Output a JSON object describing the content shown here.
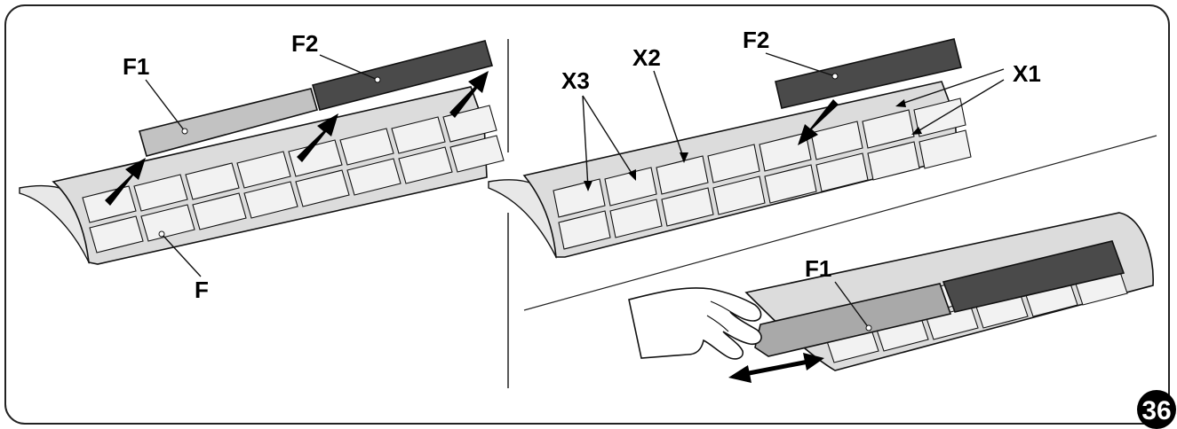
{
  "labels": {
    "left_f1": "F1",
    "left_f2": "F2",
    "left_f": "F",
    "right_x3": "X3",
    "right_x2": "X2",
    "right_f2": "F2",
    "right_x1": "X1",
    "bottom_f1": "F1"
  },
  "figure_number": "36",
  "colors": {
    "filter_light": "#c2c2c2",
    "filter_dark": "#4a4a4a",
    "grille_cell": "#f2f2f2",
    "grille_frame": "#d8d8d8",
    "outline": "#111111"
  }
}
